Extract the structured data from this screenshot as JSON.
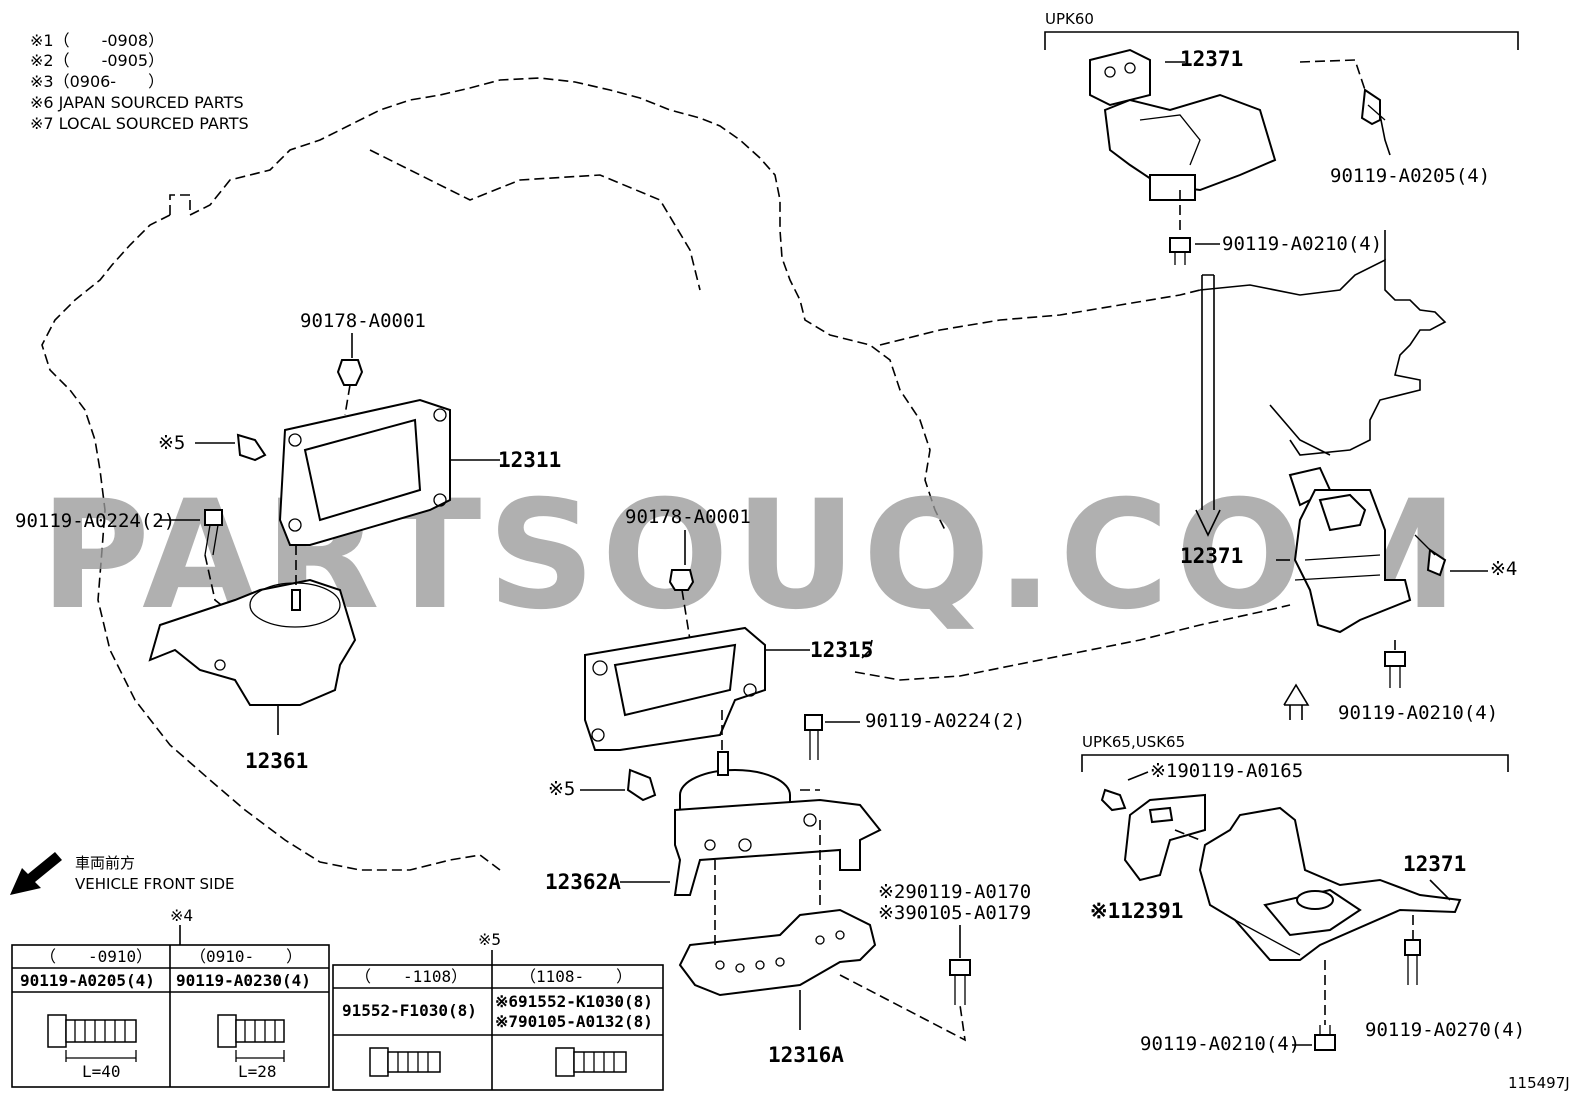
{
  "notes": [
    "※1（　　-0908）",
    "※2（　　-0905）",
    "※3（0906-　　）",
    "※6 JAPAN SOURCED PARTS",
    "※7 LOCAL SOURCED PARTS"
  ],
  "watermark": "PARTSOUQ.COM",
  "diagram_id": "115497J",
  "direction": {
    "jp": "車両前方",
    "en": "VEHICLE FRONT SIDE"
  },
  "groups": {
    "upk60": "UPK60",
    "upk65": "UPK65,USK65"
  },
  "labels": {
    "p12371_top": "12371",
    "p90119_a0205": "90119-A0205(4)",
    "p90119_a0210_top": "90119-A0210(4)",
    "p12371_mid": "12371",
    "p4": "※4",
    "p90119_a0210_mid": "90119-A0210(4)",
    "p90178_a0001_left": "90178-A0001",
    "p5_left": "※5",
    "p12311": "12311",
    "p90119_a0224_left": "90119-A0224(2)",
    "p12361": "12361",
    "p90178_a0001_center": "90178-A0001",
    "p12315": "12315",
    "p90119_a0224_center": "90119-A0224(2)",
    "p5_center": "※5",
    "p12362a": "12362A",
    "p90119_a0170": "※290119-A0170",
    "p90105_a0179": "※390105-A0179",
    "p12316a": "12316A",
    "p90119_a0165": "※190119-A0165",
    "p12391": "※112391",
    "p12371_bottom": "12371",
    "p90119_a0210_bottom": "90119-A0210(4)",
    "p90119_a0270": "90119-A0270(4)"
  },
  "table4": {
    "title": "※4",
    "headers": [
      "（　　-0910）",
      "（0910-　　）"
    ],
    "parts": [
      "90119-A0205(4)",
      "90119-A0230(4)"
    ],
    "lengths": [
      "L=40",
      "L=28"
    ]
  },
  "table5": {
    "title": "※5",
    "headers": [
      "（　　-1108）",
      "（1108-　　）"
    ],
    "parts": [
      "91552-F1030(8)",
      "※691552-K1030(8)"
    ],
    "parts2": [
      "",
      "※790105-A0132(8)"
    ]
  }
}
